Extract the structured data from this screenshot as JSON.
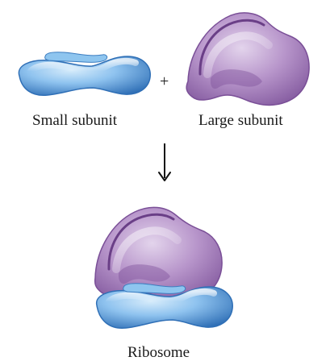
{
  "labels": {
    "small_subunit": "Small subunit",
    "large_subunit": "Large subunit",
    "ribosome": "Ribosome",
    "plus": "+"
  },
  "colors": {
    "small_subunit_fill": "#5f9fdb",
    "small_subunit_dark": "#2f6fb6",
    "small_subunit_light": "#b9dcf7",
    "large_subunit_fill": "#a882bf",
    "large_subunit_dark": "#7a4f97",
    "large_subunit_light": "#d8c4e4",
    "arrow": "#111111",
    "text": "#1a1a1a"
  },
  "icons": {
    "arrow": "down-arrow-icon"
  }
}
